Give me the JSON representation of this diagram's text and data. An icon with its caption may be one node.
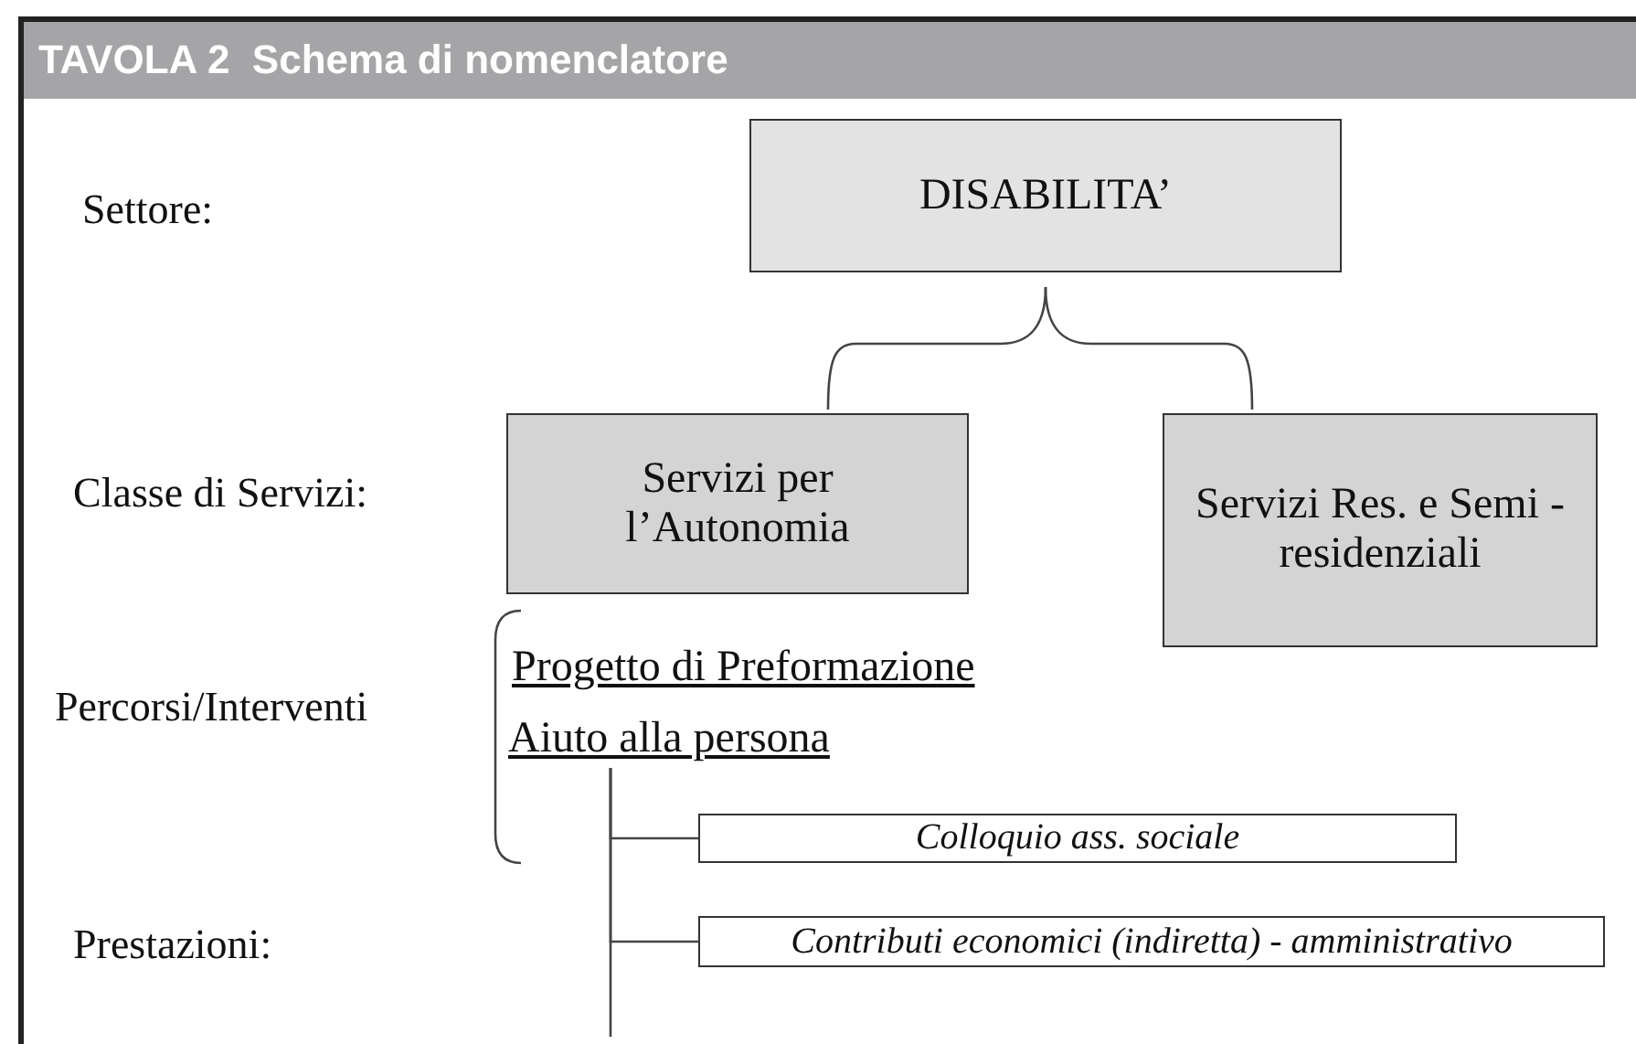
{
  "diagram": {
    "title": "TAVOLA 2  Schema di nomenclatore",
    "nodes": [
      {
        "text": [
          "DISABILITA’"
        ]
      },
      {
        "text": [
          "Servizi per l’Autonomia"
        ]
      },
      {
        "text": [
          "Servizi Res. e Semi - residenziali"
        ]
      },
      {
        "text": [
          "Aiuto alla persona"
        ]
      },
      {
        "text": [
          "Colloquio ass. sociale"
        ]
      },
      {
        "text": [
          "Contributi economici (indiretta) - amministrativo"
        ]
      }
    ],
    "edges": [
      {
        "from": 0,
        "to": 1,
        "arrow": "none"
      },
      {
        "from": 0,
        "to": 2,
        "arrow": "none"
      },
      {
        "from": 3,
        "to": 4,
        "arrow": "none"
      },
      {
        "from": 3,
        "to": 5,
        "arrow": "none"
      },
      {
        "from": 3,
        "to": null,
        "arrow": "none"
      }
    ],
    "labels": [
      "Settore:",
      "Classe di Servizi:",
      "Percorsi/Interventi",
      "Progetto di Preformazione",
      "Prestazioni:"
    ]
  }
}
